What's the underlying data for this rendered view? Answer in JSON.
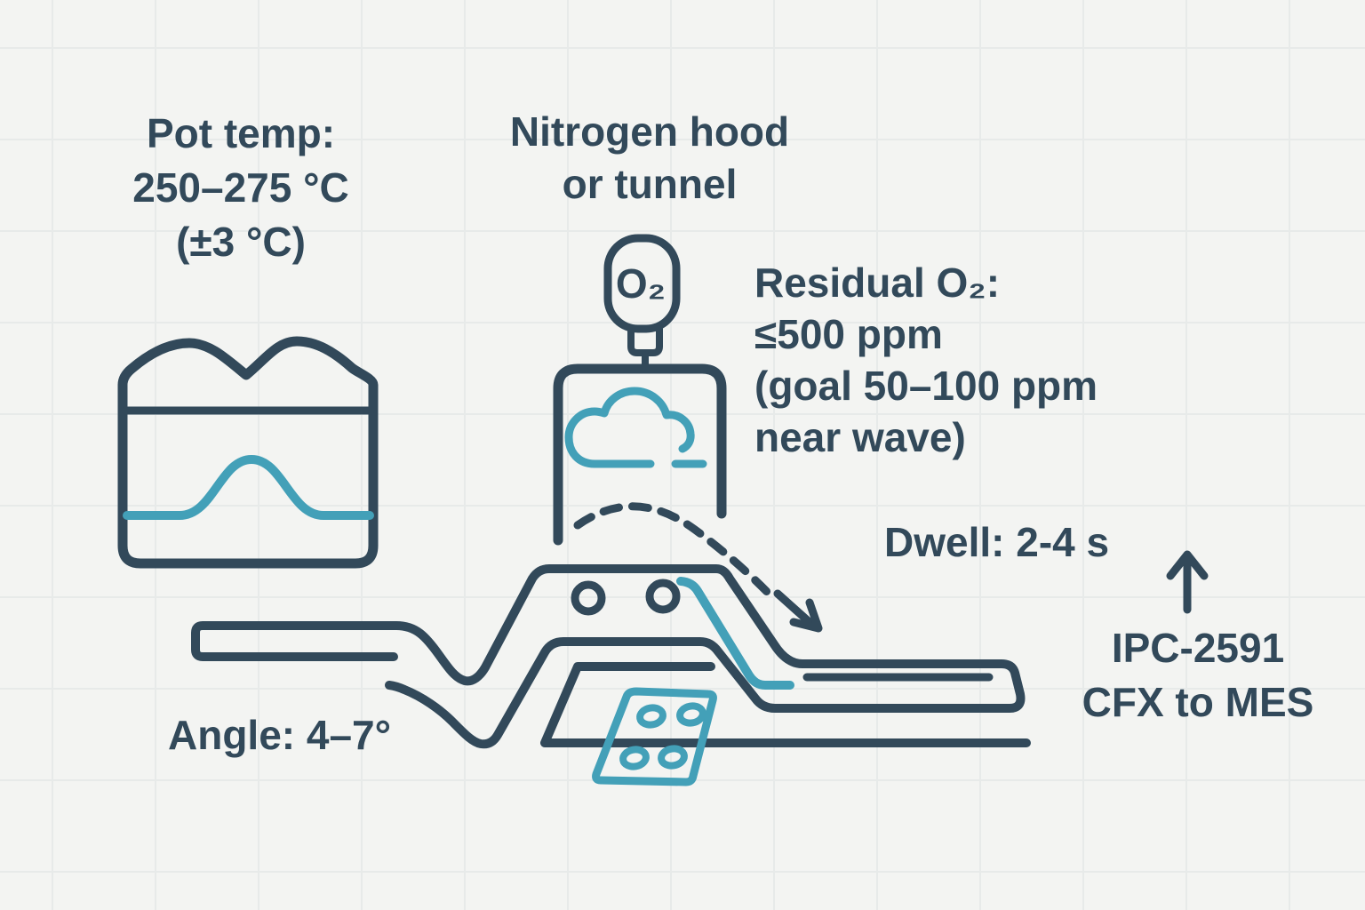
{
  "theme": {
    "bg": "#f3f4f2",
    "grid": "#e7eae9",
    "ink": "#32495a",
    "accent": "#43a0b8"
  },
  "labels": {
    "pot_temp": [
      "Pot temp:",
      "250–275 °C",
      "(±3 °C)"
    ],
    "nitrogen_hood": [
      "Nitrogen hood",
      "or tunnel"
    ],
    "residual_o2": [
      "Residual O₂:",
      "≤500 ppm",
      "(goal 50–100 ppm",
      "near wave)"
    ],
    "dwell": "Dwell: 2-4 s",
    "angle": "Angle: 4–7°",
    "ipc": [
      "IPC-2591",
      "CFX to MES"
    ],
    "o2_sensor": "O₂"
  },
  "icons": {
    "solder_pot": "solder-pot-icon",
    "solder_wave": "solder-wave-icon",
    "o2_sensor": "o2-sensor-icon",
    "nitrogen_hood": "nitrogen-hood-icon",
    "nitrogen_cloud": "cloud-icon",
    "conveyor": "conveyor-rail-icon",
    "rollers": "roller-icon",
    "wave_nozzle": "wave-nozzle-icon",
    "pcb": "pcb-board-icon",
    "solder_exit_trace": "solder-trace-icon",
    "dwell_path": "dashed-arc-arrow-icon",
    "mes_feed": "up-arrow-icon"
  }
}
